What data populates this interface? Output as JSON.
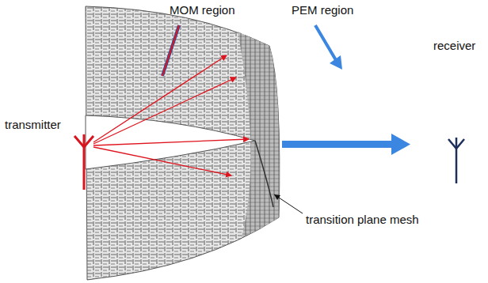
{
  "diagram": {
    "labels": [
      "MOM region",
      "PEM region",
      "transmitter",
      "receiver",
      "transition plane mesh"
    ]
  }
}
